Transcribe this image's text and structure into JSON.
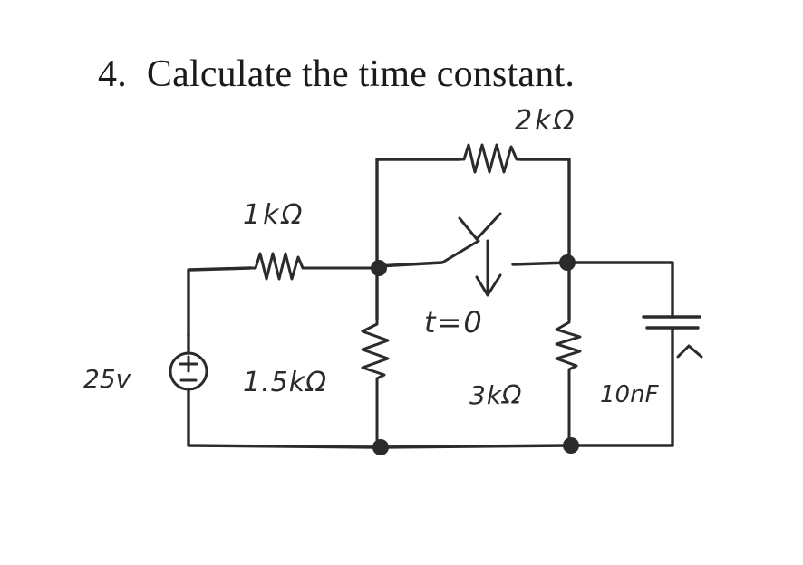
{
  "question": {
    "number": "4.",
    "text": "Calculate the time constant."
  },
  "circuit": {
    "source_label": "25v",
    "r1_label": "1kΩ",
    "r2_label": "2kΩ",
    "r3_label": "1.5kΩ",
    "r4_label": "3kΩ",
    "cap_label": "10nF",
    "switch_label": "t=0"
  }
}
